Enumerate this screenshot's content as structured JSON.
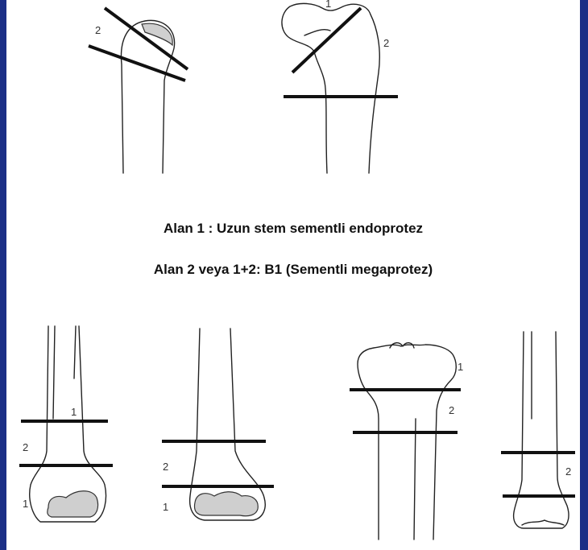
{
  "captions": {
    "line1": "Alan 1 : Uzun stem sementli endoprotez",
    "line2": "Alan 2 veya 1+2: B1 (Sementli megaprotez)"
  },
  "zone_labels": {
    "one": "1",
    "two": "2"
  },
  "colors": {
    "border": "#1c2f86",
    "background": "#ffffff",
    "shading": "#cfcfcf",
    "lines": "#111111"
  }
}
